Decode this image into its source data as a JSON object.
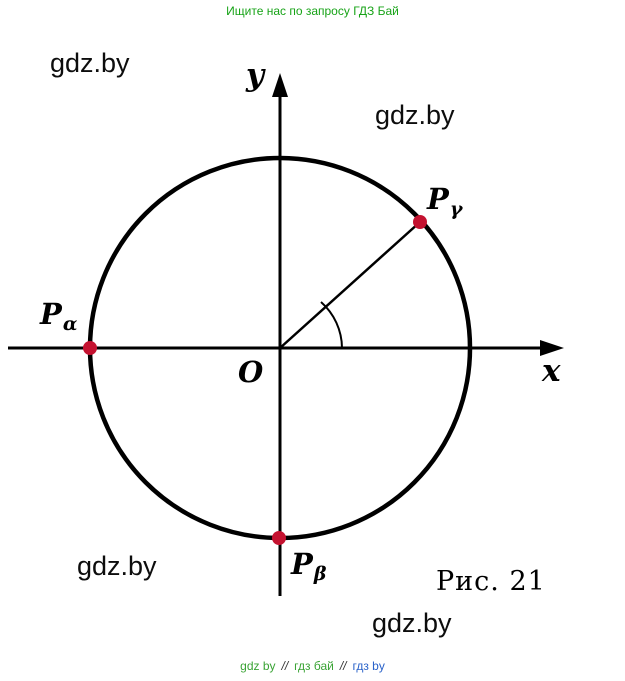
{
  "header": {
    "promo": "Ищите нас по запросу ГДЗ Бай"
  },
  "watermarks": {
    "top_left": "gdz.by",
    "upper_right": "gdz.by",
    "bottom_left": "gdz.by",
    "bottom_right": "gdz.by"
  },
  "figure": {
    "caption": "Рис. 21",
    "origin": "O",
    "x_axis": "x",
    "y_axis": "y",
    "points": {
      "alpha": {
        "main": "P",
        "sub": "α"
      },
      "beta": {
        "main": "P",
        "sub": "β"
      },
      "gamma": {
        "main": "P",
        "sub": "γ"
      }
    }
  },
  "colors": {
    "dot": "#c41230",
    "line": "#000000",
    "promo_green": "#17a317",
    "footer_green": "#3aa335",
    "footer_blue": "#2a62c9"
  },
  "footer": {
    "seg1": "gdz by",
    "sep1": "//",
    "seg2": "гдз бай",
    "sep2": "//",
    "seg3": "гдз by"
  }
}
